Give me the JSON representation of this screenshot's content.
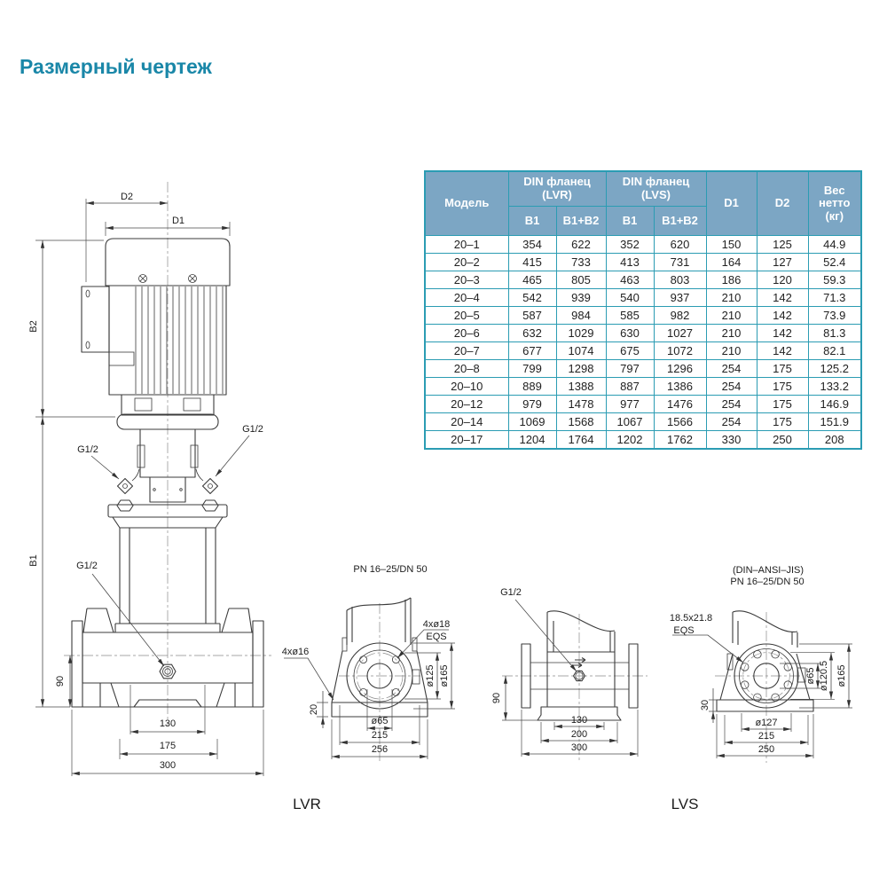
{
  "title": "Размерный чертеж",
  "colors": {
    "accent": "#1a87a8",
    "table_border": "#2b9cb3",
    "table_header_bg": "#7ca6c4"
  },
  "table": {
    "headers": {
      "model": "Модель",
      "lvr_group": "DIN фланец\n(LVR)",
      "lvs_group": "DIN фланец\n(LVS)",
      "b1": "B1",
      "b1b2": "B1+B2",
      "d1": "D1",
      "d2": "D2",
      "weight": "Вес\nнетто\n(кг)"
    },
    "rows": [
      [
        "20–1",
        "354",
        "622",
        "352",
        "620",
        "150",
        "125",
        "44.9"
      ],
      [
        "20–2",
        "415",
        "733",
        "413",
        "731",
        "164",
        "127",
        "52.4"
      ],
      [
        "20–3",
        "465",
        "805",
        "463",
        "803",
        "186",
        "120",
        "59.3"
      ],
      [
        "20–4",
        "542",
        "939",
        "540",
        "937",
        "210",
        "142",
        "71.3"
      ],
      [
        "20–5",
        "587",
        "984",
        "585",
        "982",
        "210",
        "142",
        "73.9"
      ],
      [
        "20–6",
        "632",
        "1029",
        "630",
        "1027",
        "210",
        "142",
        "81.3"
      ],
      [
        "20–7",
        "677",
        "1074",
        "675",
        "1072",
        "210",
        "142",
        "82.1"
      ],
      [
        "20–8",
        "799",
        "1298",
        "797",
        "1296",
        "254",
        "175",
        "125.2"
      ],
      [
        "20–10",
        "889",
        "1388",
        "887",
        "1386",
        "254",
        "175",
        "133.2"
      ],
      [
        "20–12",
        "979",
        "1478",
        "977",
        "1476",
        "254",
        "175",
        "146.9"
      ],
      [
        "20–14",
        "1069",
        "1568",
        "1067",
        "1566",
        "254",
        "175",
        "151.9"
      ],
      [
        "20–17",
        "1204",
        "1764",
        "1202",
        "1762",
        "330",
        "250",
        "208"
      ]
    ]
  },
  "main_view": {
    "d2": "D2",
    "d1": "D1",
    "b2": "B2",
    "b1": "B1",
    "g12_left": "G1/2",
    "g12_right": "G1/2",
    "g12_drain": "G1/2",
    "dim_90": "90",
    "dim_130": "130",
    "dim_175": "175",
    "dim_300": "300"
  },
  "lvr_view": {
    "title": "PN 16–25/DN 50",
    "holes_callout": "4xø18",
    "holes_callout2": "EQS",
    "foot_callout": "4xø16",
    "dim_20": "20",
    "dim_o65": "ø65",
    "dim_o125": "ø125",
    "dim_o165": "ø165",
    "dim_215": "215",
    "dim_256": "256",
    "label": "LVR"
  },
  "mid_view": {
    "g12": "G1/2",
    "dim_90": "90",
    "dim_130": "130",
    "dim_200": "200",
    "dim_300": "300"
  },
  "lvs_view": {
    "title1": "(DIN–ANSI–JIS)",
    "title2": "PN 16–25/DN 50",
    "slot_callout": "18.5x21.8",
    "slot_callout2": "EQS",
    "dim_30": "30",
    "dim_o65": "ø65",
    "dim_o120": "ø120.5",
    "dim_o165": "ø165",
    "dim_o127": "ø127",
    "dim_215": "215",
    "dim_250": "250",
    "label": "LVS"
  }
}
